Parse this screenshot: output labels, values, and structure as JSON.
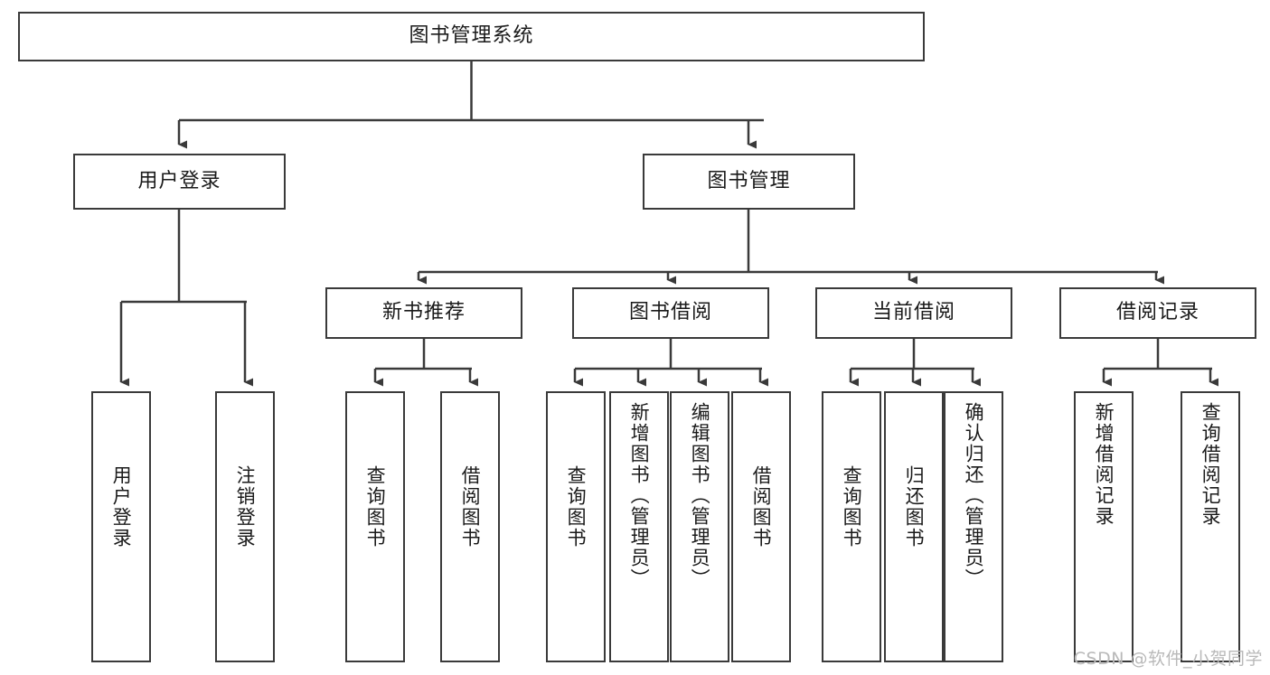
{
  "diagram": {
    "type": "tree-hierarchy",
    "title": "图书管理系统",
    "watermark": "CSDN @软件_小贺同学",
    "colors": {
      "stroke": "#3a3a3a",
      "fill": "#ffffff",
      "text": "#1a1a1a",
      "watermark": "#b9b9b9"
    },
    "nodes": {
      "root": {
        "label": "图书管理系统",
        "orientation": "horizontal"
      },
      "level1": [
        {
          "id": "user-login",
          "label": "用户登录",
          "orientation": "horizontal"
        },
        {
          "id": "book-manage",
          "label": "图书管理",
          "orientation": "horizontal"
        }
      ],
      "level2": [
        {
          "id": "new-book-rec",
          "label": "新书推荐",
          "orientation": "horizontal"
        },
        {
          "id": "book-borrow",
          "label": "图书借阅",
          "orientation": "horizontal"
        },
        {
          "id": "current-borrow",
          "label": "当前借阅",
          "orientation": "horizontal"
        },
        {
          "id": "borrow-record",
          "label": "借阅记录",
          "orientation": "horizontal"
        }
      ],
      "leaves": [
        {
          "id": "leaf-user-login",
          "label": "用户登录",
          "parent": "user-login",
          "orientation": "vertical"
        },
        {
          "id": "leaf-logout",
          "label": "注销登录",
          "parent": "user-login",
          "orientation": "vertical"
        },
        {
          "id": "leaf-query-book-1",
          "label": "查询图书",
          "parent": "new-book-rec",
          "orientation": "vertical"
        },
        {
          "id": "leaf-borrow-book-1",
          "label": "借阅图书",
          "parent": "new-book-rec",
          "orientation": "vertical"
        },
        {
          "id": "leaf-query-book-2",
          "label": "查询图书",
          "parent": "book-borrow",
          "orientation": "vertical"
        },
        {
          "id": "leaf-add-book",
          "label": "新增图书（管理员）",
          "parent": "book-borrow",
          "orientation": "vertical"
        },
        {
          "id": "leaf-edit-book",
          "label": "编辑图书（管理员）",
          "parent": "book-borrow",
          "orientation": "vertical"
        },
        {
          "id": "leaf-borrow-book-2",
          "label": "借阅图书",
          "parent": "book-borrow",
          "orientation": "vertical"
        },
        {
          "id": "leaf-query-book-3",
          "label": "查询图书",
          "parent": "current-borrow",
          "orientation": "vertical"
        },
        {
          "id": "leaf-return-book",
          "label": "归还图书",
          "parent": "current-borrow",
          "orientation": "vertical"
        },
        {
          "id": "leaf-confirm-return",
          "label": "确认归还（管理员）",
          "parent": "current-borrow",
          "orientation": "vertical"
        },
        {
          "id": "leaf-add-record",
          "label": "新增借阅记录",
          "parent": "borrow-record",
          "orientation": "vertical"
        },
        {
          "id": "leaf-query-record",
          "label": "查询借阅记录",
          "parent": "borrow-record",
          "orientation": "vertical"
        }
      ]
    }
  }
}
